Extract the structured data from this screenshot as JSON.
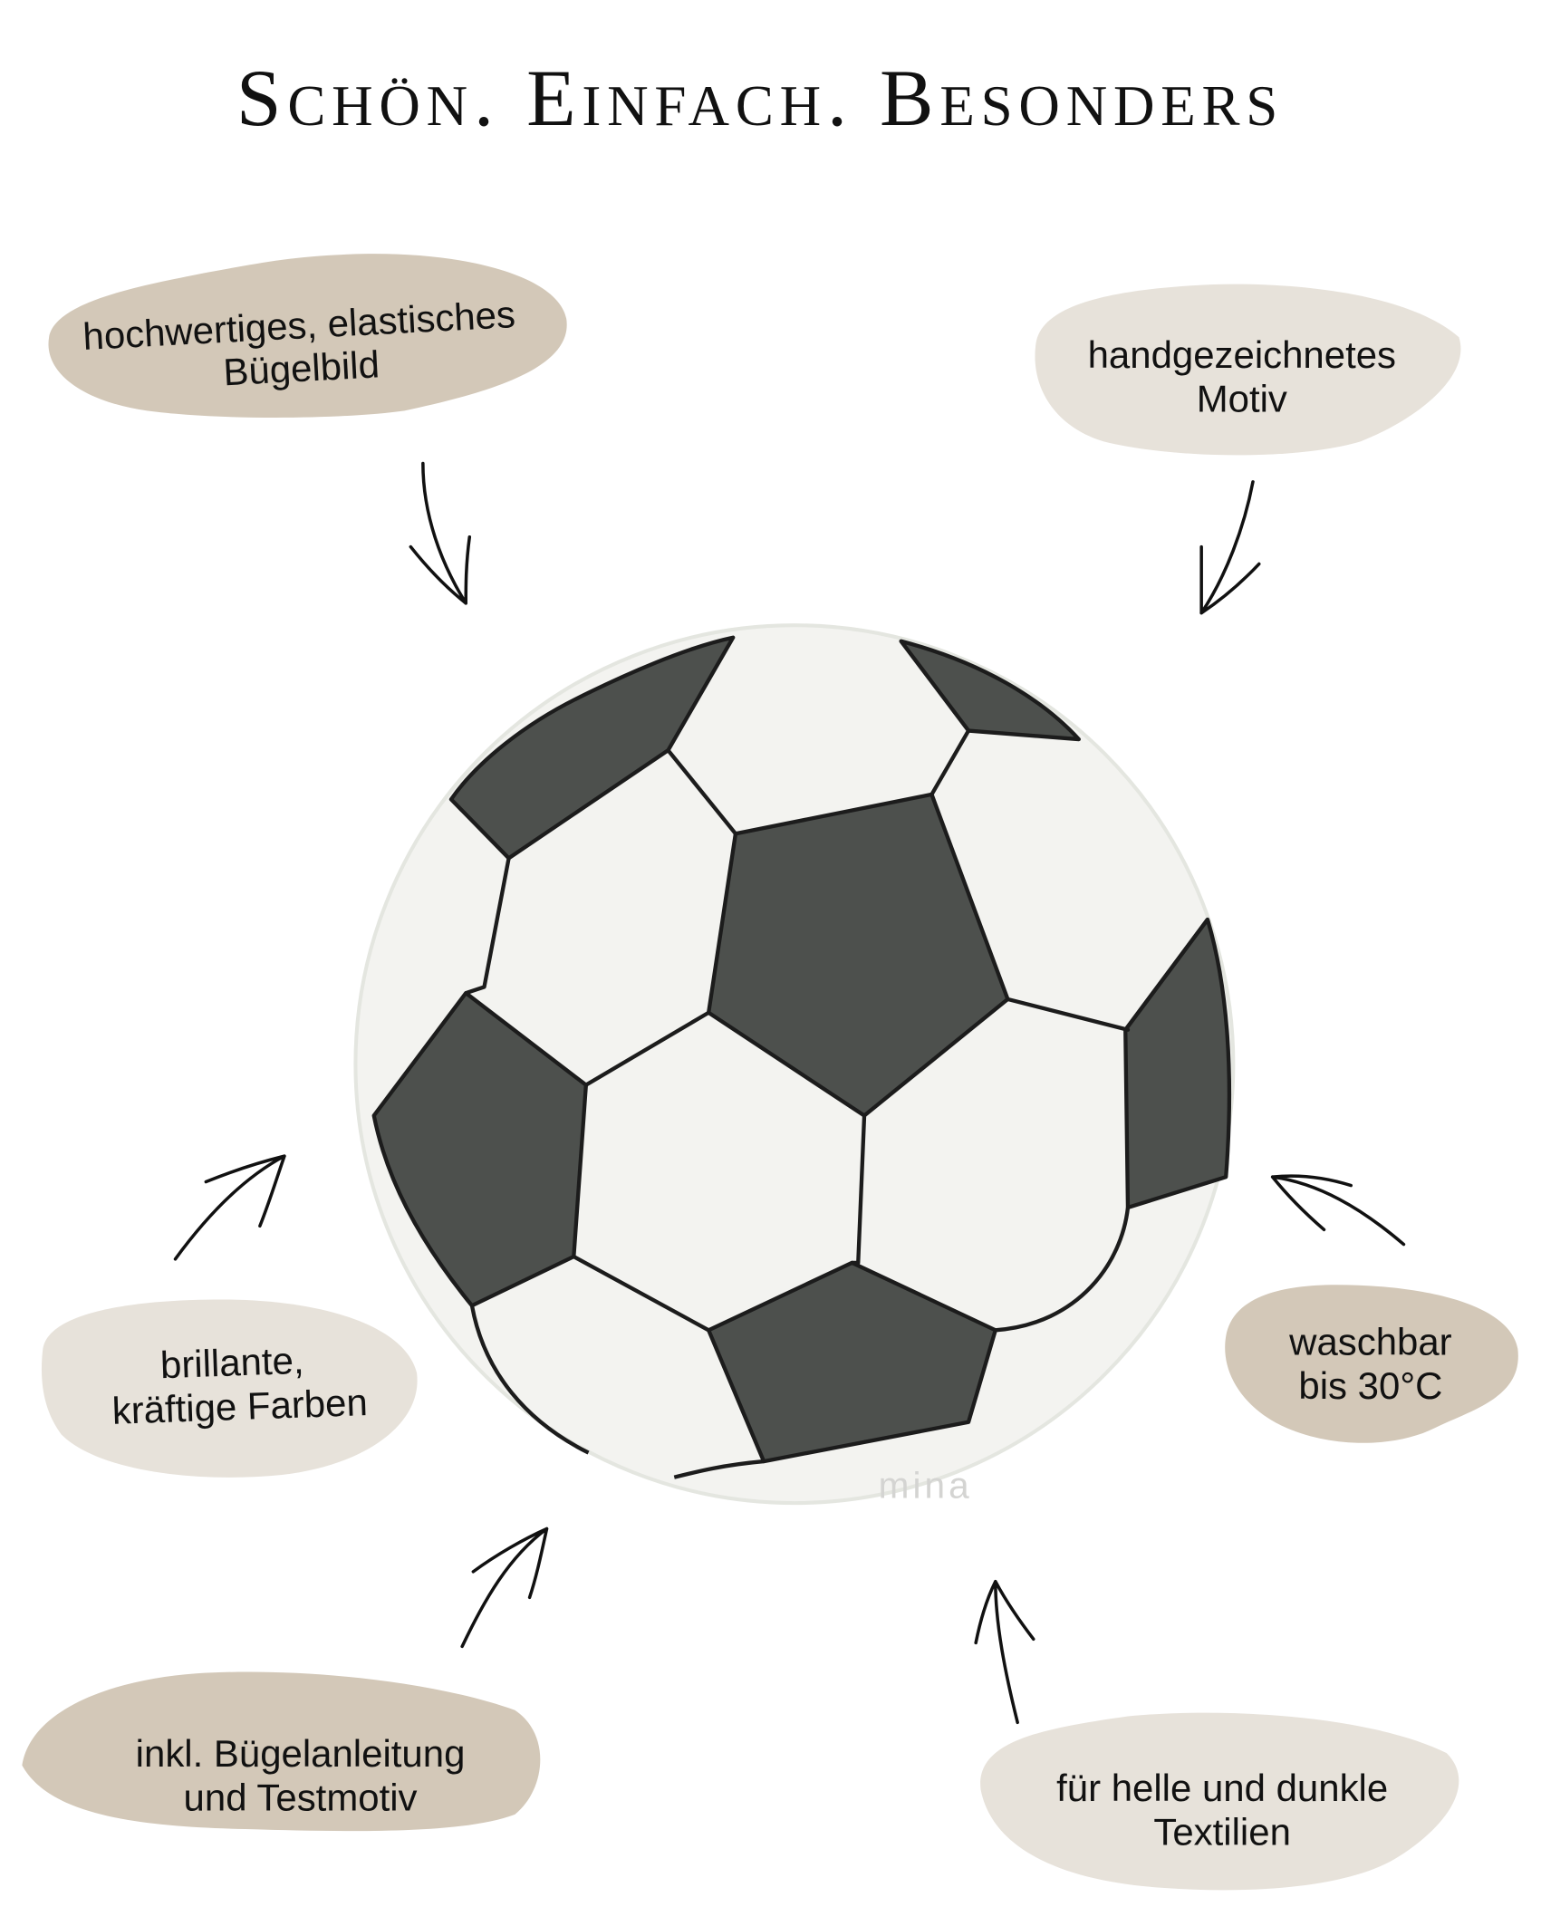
{
  "title": "Schön. Einfach. Besonders",
  "colors": {
    "tan": "#d3c8b8",
    "light": "#e7e2da",
    "ball_white": "#f3f3f0",
    "ball_dark": "#4d504d"
  },
  "features": [
    {
      "lines": [
        "hochwertiges, elastisches",
        "Bügelbild"
      ]
    },
    {
      "lines": [
        "handgezeichnetes",
        "Motiv"
      ]
    },
    {
      "lines": [
        "brillante,",
        "kräftige Farben"
      ]
    },
    {
      "lines": [
        "waschbar",
        "bis 30°C"
      ]
    },
    {
      "lines": [
        "inkl. Bügelanleitung",
        "und Testmotiv"
      ]
    },
    {
      "lines": [
        "für helle und dunkle",
        "Textilien"
      ]
    }
  ],
  "watermark": "mina"
}
